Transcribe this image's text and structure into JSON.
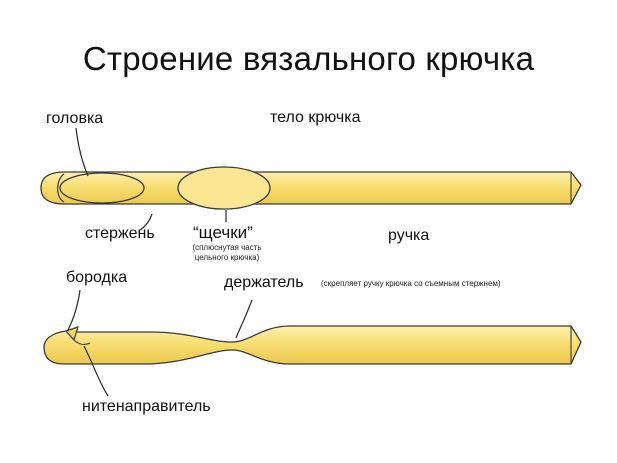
{
  "title": "Строение вязального крючка",
  "labels": {
    "head": "головка",
    "body": "тело крючка",
    "shaft": "стержень",
    "cheeks": "“щечки”",
    "cheeks_note_1": "(сплюснутая часть",
    "cheeks_note_2": "цельного крючка)",
    "handle": "ручка",
    "barb": "бородка",
    "holder": "держатель",
    "holder_note": "(скрепляет ручку крючка со съемным стержнем)",
    "thread_guide": "нитенаправитель"
  },
  "colors": {
    "hook_fill": "#f9e07a",
    "hook_highlight": "#fdf1b6",
    "hook_shade": "#e9c64a",
    "outline": "#2a2a2a"
  }
}
